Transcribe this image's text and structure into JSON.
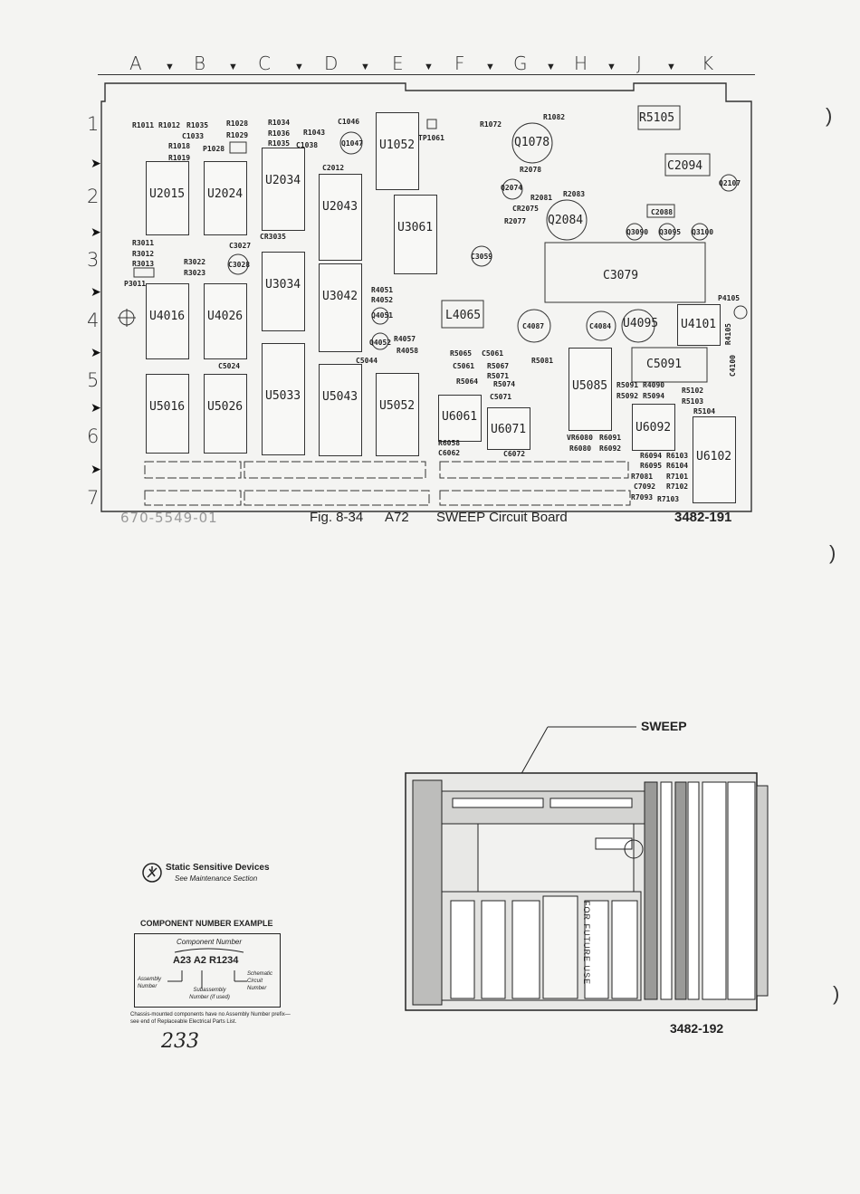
{
  "board": {
    "columns": [
      "A",
      "B",
      "C",
      "D",
      "E",
      "F",
      "G",
      "H",
      "J",
      "K"
    ],
    "rows": [
      "1",
      "2",
      "3",
      "4",
      "5",
      "6",
      "7"
    ],
    "part_number": "670-5549-01",
    "figure": "Fig. 8-34",
    "assembly": "A72",
    "title": "SWEEP Circuit Board",
    "ref": "3482-191"
  },
  "ics": [
    {
      "label": "U2015"
    },
    {
      "label": "U2024"
    },
    {
      "label": "U2034"
    },
    {
      "label": "U2043"
    },
    {
      "label": "U1052"
    },
    {
      "label": "U3061"
    },
    {
      "label": "U3034"
    },
    {
      "label": "U3042"
    },
    {
      "label": "U4016"
    },
    {
      "label": "U4026"
    },
    {
      "label": "U5016"
    },
    {
      "label": "U5026"
    },
    {
      "label": "U5033"
    },
    {
      "label": "U5043"
    },
    {
      "label": "U5052"
    },
    {
      "label": "U6061"
    },
    {
      "label": "U6071"
    },
    {
      "label": "U5085"
    },
    {
      "label": "U6092"
    },
    {
      "label": "U6102"
    },
    {
      "label": "U4101"
    },
    {
      "label": "U4095"
    }
  ],
  "components": {
    "q1078": "Q1078",
    "q2084": "Q2084",
    "c3079": "C3079",
    "c2094": "C2094",
    "r5105": "R5105",
    "c5091": "C5091",
    "l4065": "L4065",
    "c1047": "Q1047",
    "tp1061": "TP1061",
    "c4087": "C4087",
    "c4084": "C4084",
    "c2012": "C2012",
    "c3027": "C3027",
    "c5024": "C5024",
    "c5044": "C5044",
    "c1046": "C1046",
    "c1033": "C1033",
    "c1038": "C1038",
    "r1011": "R1011",
    "r1012": "R1012",
    "r1035": "R1035",
    "r1028": "R1028",
    "r1029": "R1029",
    "r1034": "R1034",
    "r1036": "R1036",
    "r1035b": "R1035",
    "r1043": "R1043",
    "p1028": "P1028",
    "r1018": "R1018",
    "r1019": "R1019",
    "r1072": "R1072",
    "r1082": "R1082",
    "r2078": "R2078",
    "r2081": "R2081",
    "r2083": "R2083",
    "cr2075": "CR2075",
    "r2077": "R2077",
    "q2074": "Q2074",
    "c2088": "C2088",
    "q3090": "Q3090",
    "q3095": "Q3095",
    "q3100": "Q3100",
    "q2107": "Q2107",
    "p4105": "P4105",
    "c3059": "C3059",
    "cr3035": "CR3035",
    "r3011": "R3011",
    "r3012": "R3012",
    "r3013": "R3013",
    "p3011": "P3011",
    "r3022": "R3022",
    "r3023": "R3023",
    "c3028": "C3028",
    "r4051": "R4051",
    "r4052": "R4052",
    "q4051": "Q4051",
    "q4052": "Q4052",
    "r4057": "R4057",
    "r4058": "R4058",
    "r5065": "R5065",
    "c5061": "C5061",
    "c5061b": "C5061",
    "r5067": "R5067",
    "r5071": "R5071",
    "r5064": "R5064",
    "r5074": "R5074",
    "c5071": "C5071",
    "r5081": "R5081",
    "r5091": "R5091",
    "r5092": "R5092",
    "r4090": "R4090",
    "r5094": "R5094",
    "r5102": "R5102",
    "r5103": "R5103",
    "r5104": "R5104",
    "r6058": "R6058",
    "c6062": "C6062",
    "c6072": "C6072",
    "vr6080": "VR6080",
    "r6091": "R6091",
    "r6080": "R6080",
    "r6092": "R6092",
    "r6094": "R6094",
    "r6103": "R6103",
    "r6095": "R6095",
    "r6104": "R6104",
    "r7081": "R7081",
    "r7101": "R7101",
    "c7092": "C7092",
    "r7102": "R7102",
    "r7093": "R7093",
    "r7103": "R7103",
    "c4100": "C4100",
    "r4105": "R4105"
  },
  "static_note": {
    "title": "Static Sensitive Devices",
    "subtitle": "See Maintenance Section"
  },
  "example": {
    "heading": "COMPONENT NUMBER EXAMPLE",
    "component_number": "Component Number",
    "value": "A23 A2 R1234",
    "assembly_number": "Assembly Number",
    "subassembly_number": "Subassembly Number (if used)",
    "schematic_number": "Schematic Circuit Number",
    "footnote": "Chassis-mounted components have no Assembly Number prefix—see end of Replaceable Electrical Parts List."
  },
  "page_number": "233",
  "locator": {
    "label": "SWEEP",
    "future": "FOR FUTURE USE",
    "ref": "3482-192"
  }
}
